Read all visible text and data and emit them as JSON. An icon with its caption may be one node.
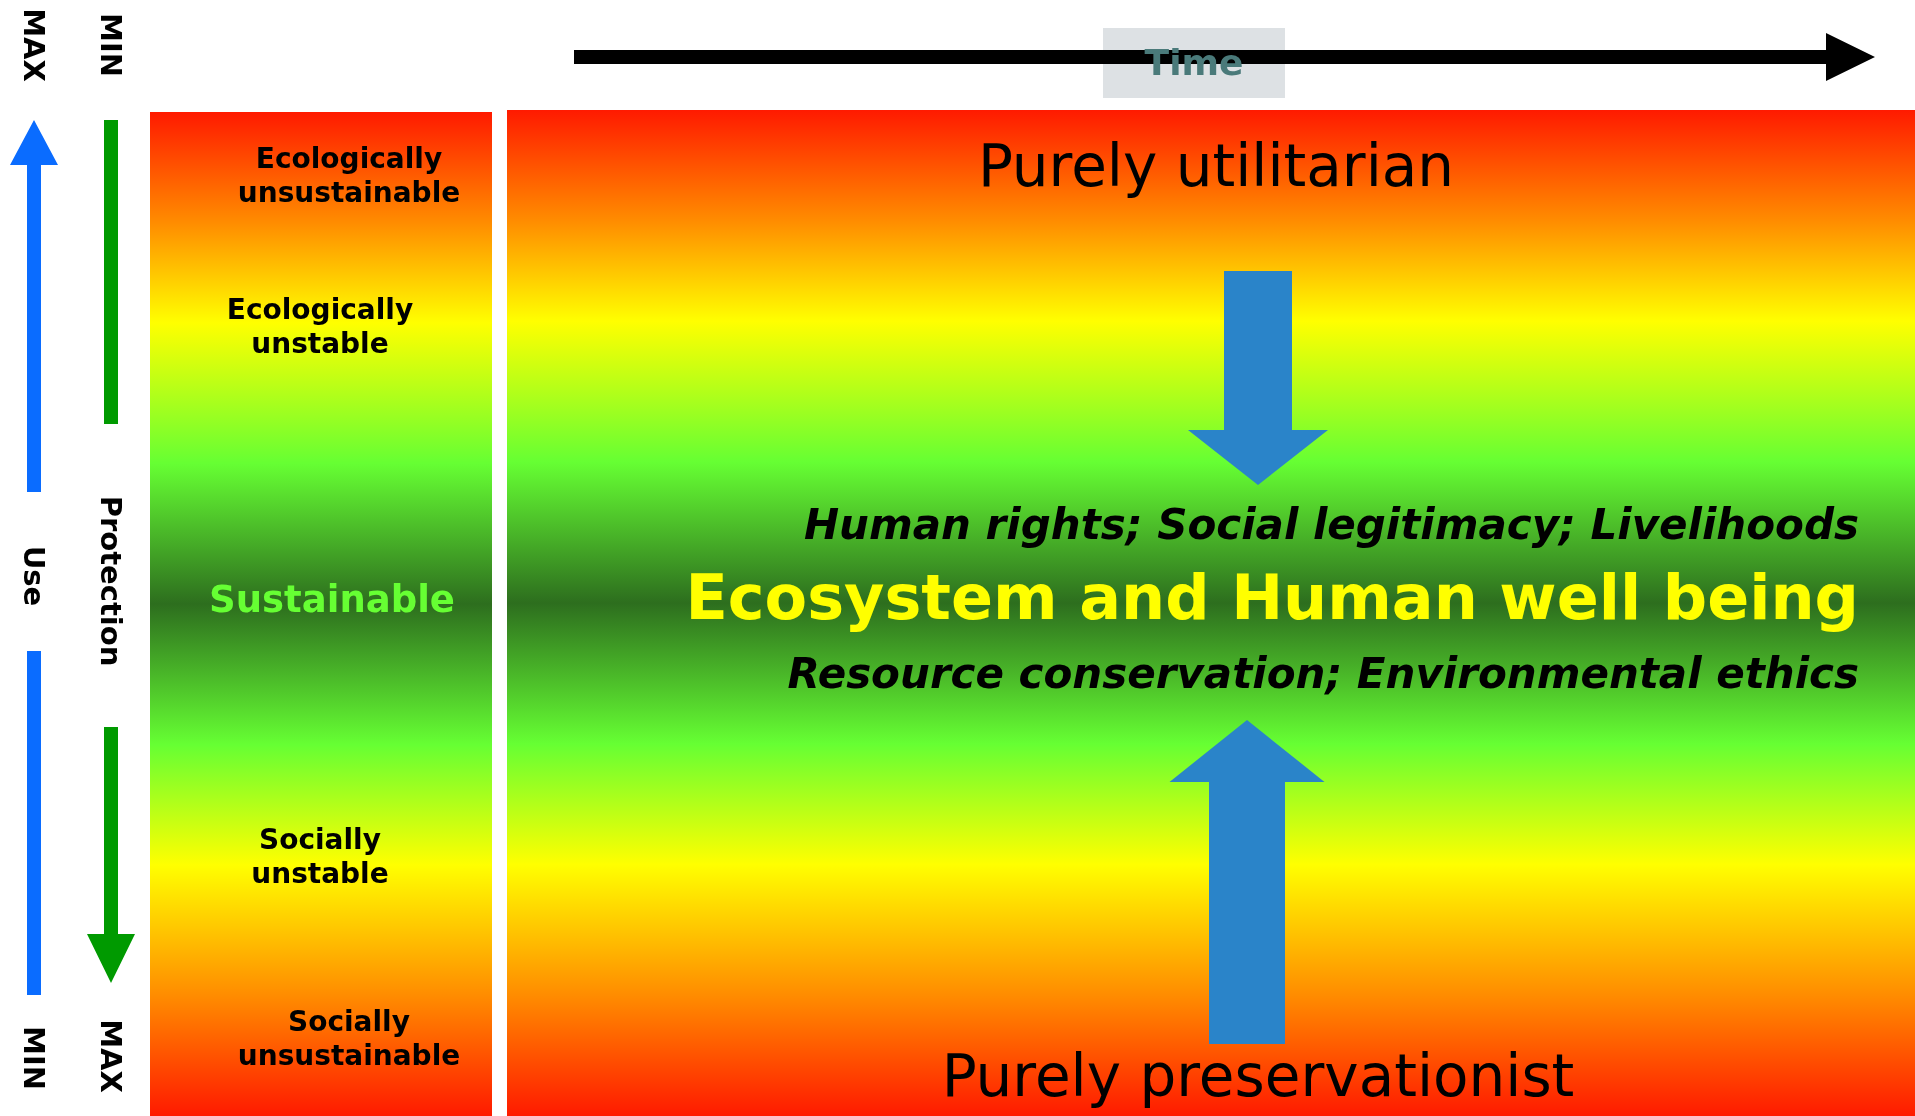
{
  "diagram": {
    "nodes": [
      {
        "text": [
          "Time"
        ]
      },
      {
        "text": [
          "Ecologically unsustainable",
          "Ecologically unstable",
          "Sustainable",
          "Socially unstable",
          "Socially unsustainable"
        ]
      },
      {
        "text": [
          "Purely utilitarian",
          "Purely preservationist"
        ]
      },
      {
        "text": [
          "Human rights; Social legitimacy; Livelihoods",
          "Ecosystem and Human well being",
          "Resource conservation; Environmental ethics"
        ],
        "in": 2
      }
    ],
    "edges": [
      {
        "from": null,
        "to": 3,
        "arrow": "to",
        "style": "thick"
      },
      {
        "from": null,
        "to": 3,
        "arrow": "to",
        "style": "thick"
      }
    ],
    "labels": [
      "MAX",
      "MIN",
      "Use",
      "Protection",
      "MIN",
      "MAX"
    ]
  }
}
